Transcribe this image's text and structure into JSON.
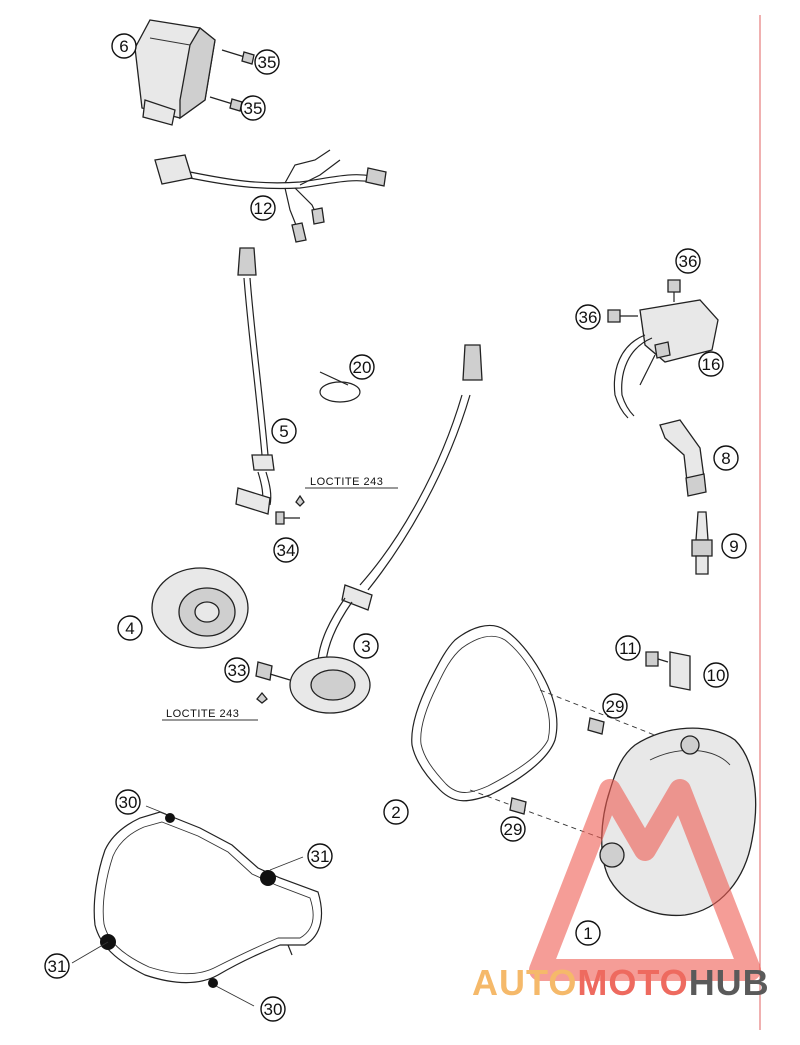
{
  "callouts": [
    {
      "id": "callout-6",
      "label": "6"
    },
    {
      "id": "callout-35a",
      "label": "35"
    },
    {
      "id": "callout-35b",
      "label": "35"
    },
    {
      "id": "callout-12",
      "label": "12"
    },
    {
      "id": "callout-36a",
      "label": "36"
    },
    {
      "id": "callout-36b",
      "label": "36"
    },
    {
      "id": "callout-16",
      "label": "16"
    },
    {
      "id": "callout-20",
      "label": "20"
    },
    {
      "id": "callout-5",
      "label": "5"
    },
    {
      "id": "callout-8",
      "label": "8"
    },
    {
      "id": "callout-34",
      "label": "34"
    },
    {
      "id": "callout-9",
      "label": "9"
    },
    {
      "id": "callout-4",
      "label": "4"
    },
    {
      "id": "callout-3",
      "label": "3"
    },
    {
      "id": "callout-11",
      "label": "11"
    },
    {
      "id": "callout-10",
      "label": "10"
    },
    {
      "id": "callout-33",
      "label": "33"
    },
    {
      "id": "callout-29a",
      "label": "29"
    },
    {
      "id": "callout-29b",
      "label": "29"
    },
    {
      "id": "callout-2",
      "label": "2"
    },
    {
      "id": "callout-30a",
      "label": "30"
    },
    {
      "id": "callout-31a",
      "label": "31"
    },
    {
      "id": "callout-31b",
      "label": "31"
    },
    {
      "id": "callout-30b",
      "label": "30"
    },
    {
      "id": "callout-1",
      "label": "1"
    }
  ],
  "notes": {
    "loctite_top": "LOCTITE 243",
    "loctite_bottom": "LOCTITE 243"
  },
  "watermark": {
    "part1": "AUTO",
    "part2": "MOTO",
    "part3": "HUB",
    "color_auto": "#f5b96a",
    "color_moto": "#ee6a5f",
    "color_hub": "#5a5a5a",
    "logo_color": "#ee5b52"
  }
}
